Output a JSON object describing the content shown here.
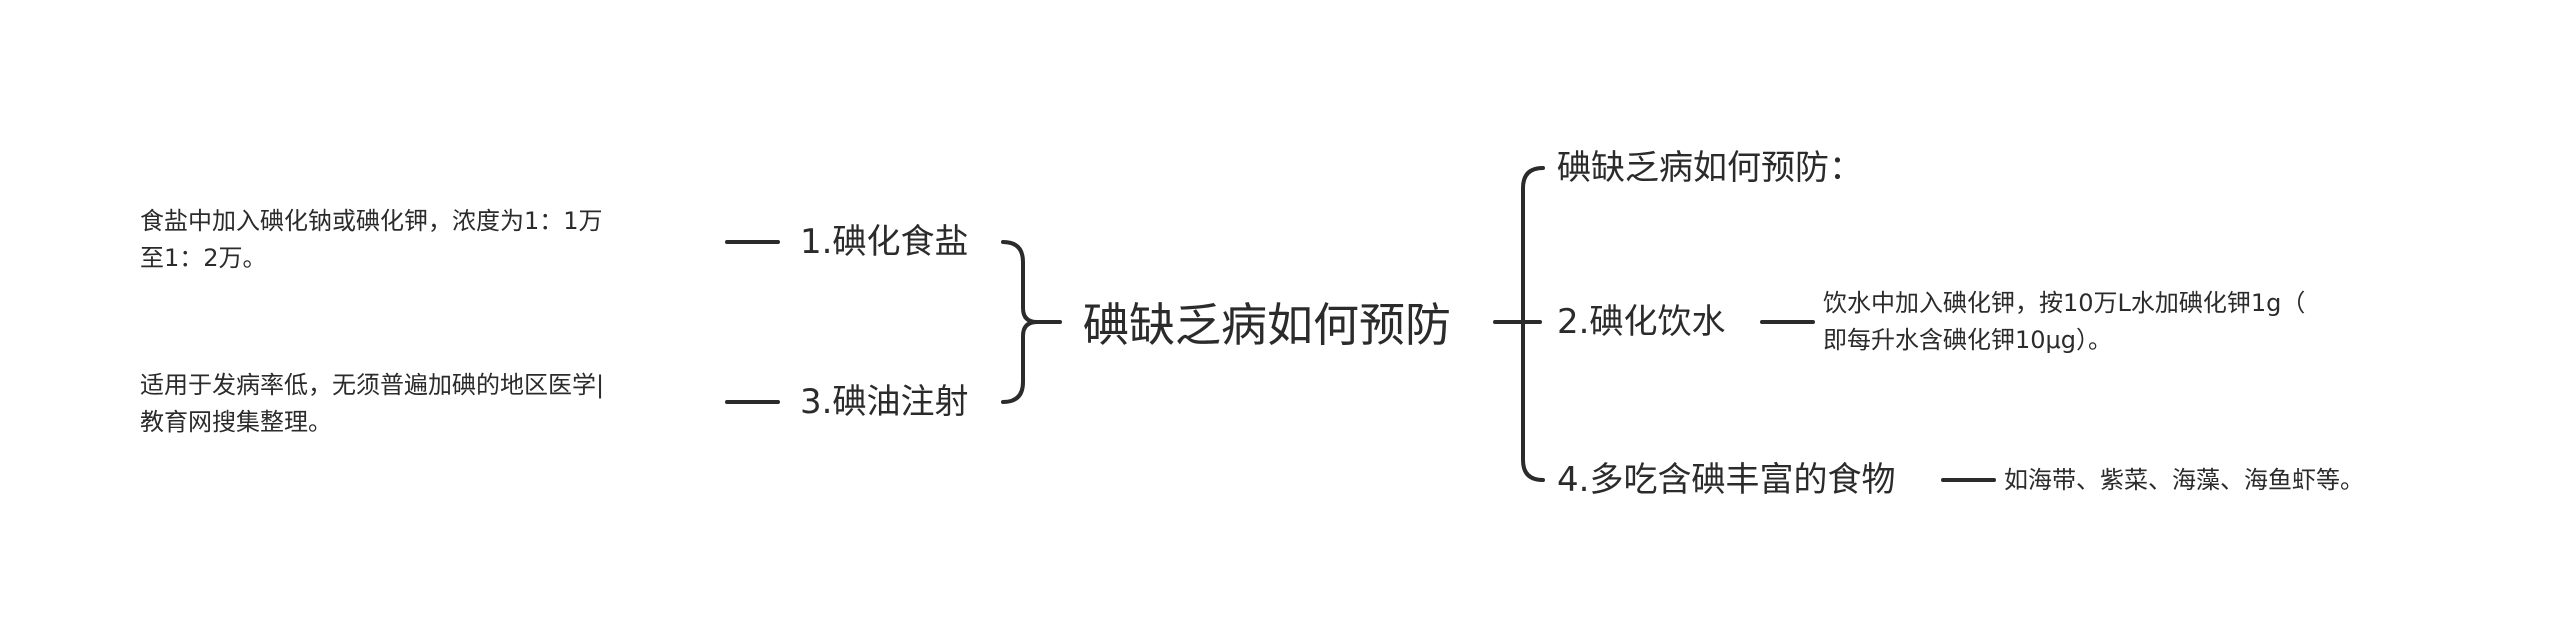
{
  "root": {
    "title": "碘缺乏病如何预防"
  },
  "left_branches": [
    {
      "label": "1.碘化食盐",
      "detail": [
        "食盐中加入碘化钠或碘化钾，浓度为1：1万",
        "至1：2万。"
      ]
    },
    {
      "label": "3.碘油注射",
      "detail": [
        "适用于发病率低，无须普遍加碘的地区医学|",
        "教育网搜集整理。"
      ]
    }
  ],
  "right_branches": [
    {
      "label": "碘缺乏病如何预防："
    },
    {
      "label": "2.碘化饮水",
      "detail": [
        "饮水中加入碘化钾，按10万L水加碘化钾1g（",
        "即每升水含碘化钾10μg）。"
      ]
    },
    {
      "label": "4.多吃含碘丰富的食物",
      "detail": [
        "如海带、紫菜、海藻、海鱼虾等。"
      ]
    }
  ]
}
